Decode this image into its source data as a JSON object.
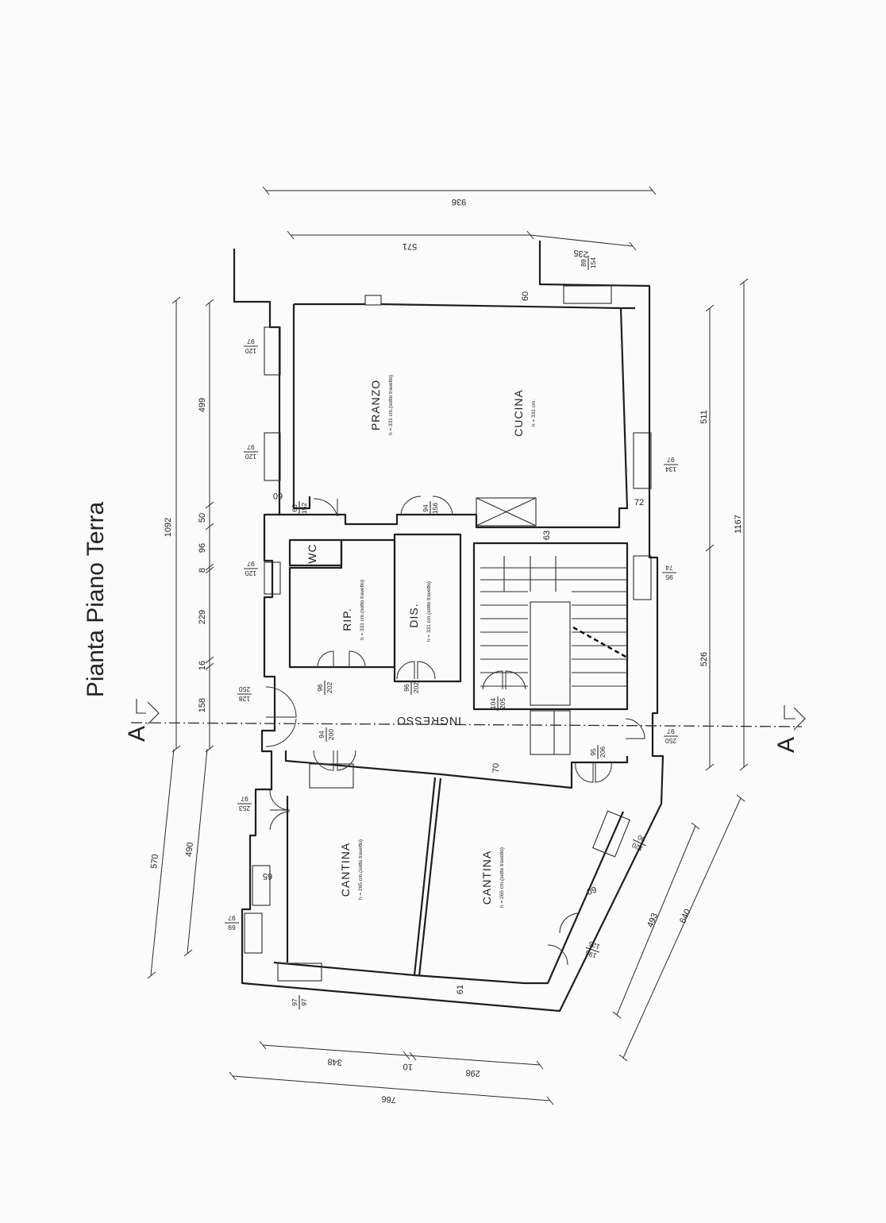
{
  "title": "Pianta Piano Terra",
  "section_marks": {
    "left": "A",
    "right": "A"
  },
  "rooms": {
    "pranzo": {
      "name": "PRANZO",
      "height_note": "h = 331 cm.(sotto travetto)"
    },
    "cucina": {
      "name": "CUCINA",
      "height_note": "h = 331 cm."
    },
    "wc": {
      "name": "WC"
    },
    "rip": {
      "name": "RIP.",
      "height_note": "h = 331 cm.(sotto travetto)"
    },
    "dis": {
      "name": "DIS.",
      "height_note": "h = 331 cm.(sotto travetto)"
    },
    "ingresso": {
      "name": "INGRESSO"
    },
    "cantina_1": {
      "name": "CANTINA",
      "height_note": "h = 265 cm.(sotto travetto)"
    },
    "cantina_2": {
      "name": "CANTINA",
      "height_note": "h = 265 cm.(sotto travetto)"
    }
  },
  "dimensions": {
    "top_overall": "936",
    "top_partial_1": "571",
    "top_partial_2": "235",
    "left_overall_1": "1092",
    "left_overall_2": "570",
    "left_chain": [
      "499",
      "50",
      "96",
      "8",
      "229",
      "16",
      "158"
    ],
    "left_lower": "490",
    "right_overall": "1167",
    "right_partial_1": "511",
    "right_partial_2": "526",
    "bottom_chain": [
      "348",
      "10",
      "298"
    ],
    "bottom_overall": "766",
    "diag_inner": "493",
    "diag_outer": "640",
    "wall_thickness": [
      "60",
      "60",
      "72",
      "63",
      "70",
      "65",
      "60",
      "61"
    ],
    "openings": [
      {
        "w": "120",
        "h": "97"
      },
      {
        "w": "120",
        "h": "97"
      },
      {
        "w": "66",
        "h": "152"
      },
      {
        "w": "94",
        "h": "156"
      },
      {
        "w": "120",
        "h": "97"
      },
      {
        "w": "96",
        "h": "202"
      },
      {
        "w": "96",
        "h": "202"
      },
      {
        "w": "128",
        "h": "250"
      },
      {
        "w": "104",
        "h": "205"
      },
      {
        "w": "94",
        "h": "200"
      },
      {
        "w": "95",
        "h": "206"
      },
      {
        "w": "250",
        "h": "97"
      },
      {
        "w": "89",
        "h": "154"
      },
      {
        "w": "134",
        "h": "97"
      },
      {
        "w": "95",
        "h": "74"
      },
      {
        "w": "253",
        "h": "97"
      },
      {
        "w": "69",
        "h": "97"
      },
      {
        "w": "97",
        "h": "97"
      },
      {
        "w": "120",
        "h": "90"
      },
      {
        "w": "196",
        "h": "125"
      }
    ]
  }
}
